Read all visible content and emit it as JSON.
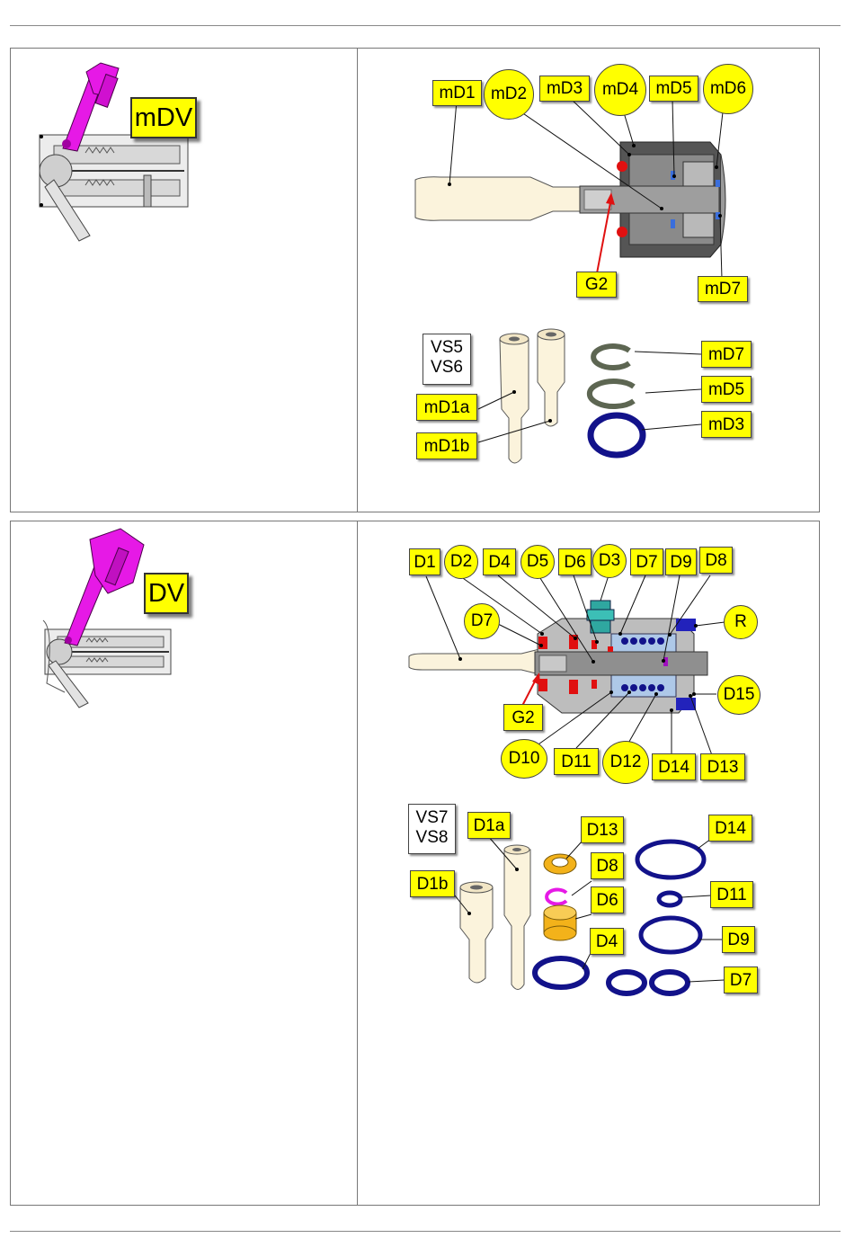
{
  "section1": {
    "title_label": "mDV",
    "callouts": [
      "mD1",
      "mD2",
      "mD3",
      "mD4",
      "mD5",
      "mD6",
      "mD7",
      "G2"
    ],
    "parts": {
      "variant_lines": [
        "VS5",
        "VS6"
      ],
      "callouts": [
        "mD1a",
        "mD1b",
        "mD7",
        "mD5",
        "mD3"
      ]
    }
  },
  "section2": {
    "title_label": "DV",
    "callouts": [
      "D1",
      "D2",
      "D4",
      "D5",
      "D6",
      "D3",
      "D7",
      "D9",
      "D8",
      "D7",
      "R",
      "D15",
      "G2",
      "D10",
      "D11",
      "D12",
      "D14",
      "D13"
    ],
    "parts": {
      "variant_lines": [
        "VS7",
        "VS8"
      ],
      "callouts": [
        "D1a",
        "D1b",
        "D13",
        "D8",
        "D6",
        "D4",
        "D14",
        "D11",
        "D9",
        "D7"
      ]
    }
  },
  "colors": {
    "callout_fill": "#ffff00",
    "highlight_magenta": "#e619e6",
    "seal_red": "#e01010",
    "oring_blue": "#12128a",
    "ring_yellow": "#f3b21a",
    "pointer_red": "#e01010"
  }
}
